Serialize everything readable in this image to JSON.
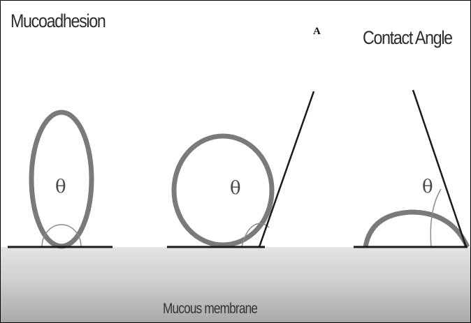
{
  "title_left": "Mucoadhesion",
  "panel_letter": "A",
  "title_right": "Contact Angle",
  "membrane_label": "Mucous membrane",
  "droplets": [
    {
      "angle_symbol": "θ"
    },
    {
      "angle_symbol": "θ"
    },
    {
      "angle_symbol": "θ"
    }
  ],
  "colors": {
    "droplet_stroke": "#7a7a7a",
    "surface_line": "#1a1a1a",
    "membrane_top": "#e4e4e4",
    "membrane_bottom": "#a9a9a9"
  }
}
